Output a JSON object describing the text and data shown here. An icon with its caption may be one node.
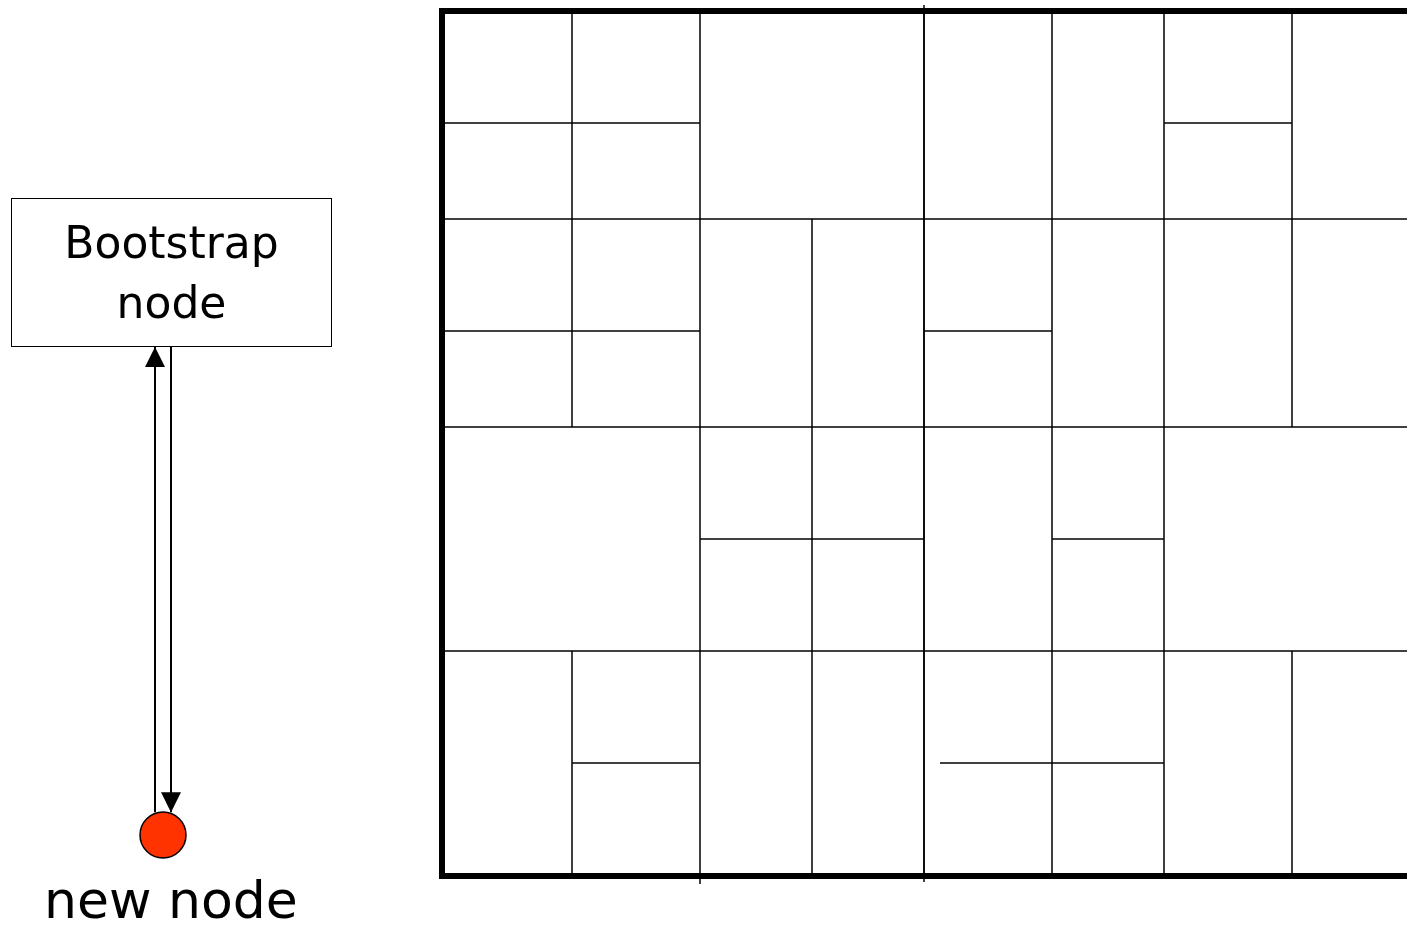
{
  "diagram": {
    "nodes": [
      {
        "text": [
          "Bootstrap node"
        ]
      },
      {
        "text": [
          "new node"
        ]
      }
    ],
    "edges": [
      {
        "from": 1,
        "to": 0,
        "arrow": "to"
      },
      {
        "from": 0,
        "to": 1,
        "arrow": "to"
      }
    ]
  }
}
